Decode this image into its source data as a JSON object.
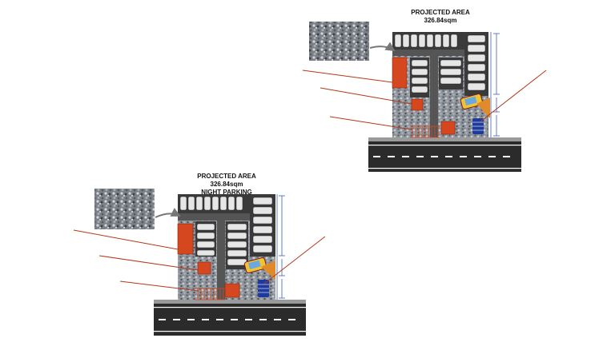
{
  "plan_top": {
    "title_line1": "PROJECTED AREA",
    "title_line2": "326.84sqm"
  },
  "plan_bottom": {
    "title_line1": "PROJECTED AREA",
    "title_line2": "326.84sqm",
    "title_line3": "NIGHT PARKING"
  },
  "colors": {
    "asphalt": "#2b2b2b",
    "curb": "#9a9a9a",
    "lane_mark": "#ffffff",
    "building": "#d4471f",
    "leader_line": "#b23a1a",
    "dimension_line": "#3a5fb8",
    "gravel": "#8f959c"
  },
  "icons": [
    "gravel-swatch-icon",
    "car-icon",
    "kiosk-icon",
    "gate-icon",
    "arrow-icon",
    "guard-house-icon",
    "yellow-car-icon"
  ]
}
